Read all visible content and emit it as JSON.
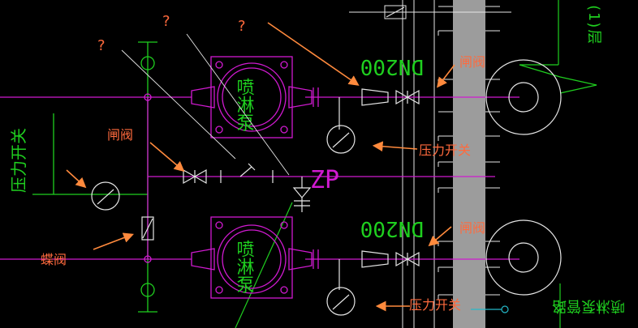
{
  "colors": {
    "background": "#000000",
    "magenta": "#d01ad0",
    "green": "#1fcf1f",
    "white": "#e6e6e6",
    "gray_band": "#9c9c9c",
    "annotation": "#ff6a3d",
    "arrow": "#ff8a3d",
    "cyan": "#25b8c8"
  },
  "labels": {
    "question_1": "?",
    "question_2": "?",
    "question_3": "?",
    "gate_valve_top_right": "闸阀",
    "gate_valve_bottom_right": "闸阀",
    "gate_valve_left": "闸阀",
    "pressure_switch_top": "压力开关",
    "pressure_switch_bottom": "压力开关",
    "butterfly_valve": "蝶阀"
  },
  "cad_text": {
    "pressure_switch_vertical": "压力开关",
    "pump_top": "喷淋泵",
    "pump_bottom": "喷淋泵",
    "dn_top": "DN200",
    "dn_bottom": "DN200",
    "zp": "ZP",
    "bottom_right_note": "喷淋泵管路",
    "top_right_note": "(1)层"
  }
}
